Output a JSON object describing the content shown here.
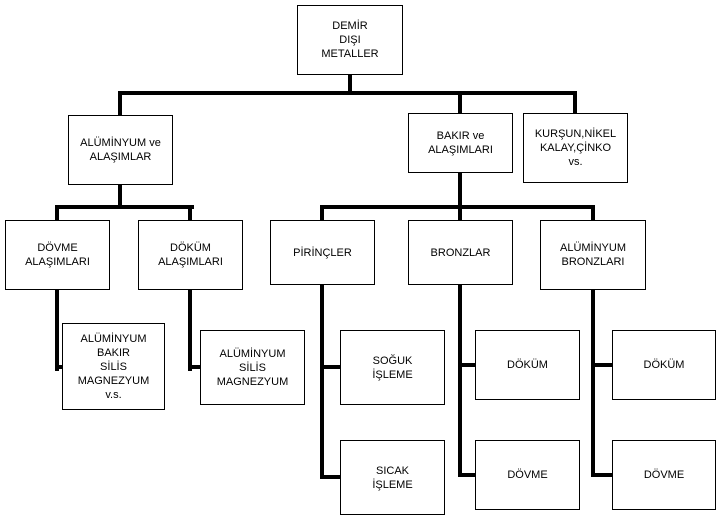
{
  "diagram": {
    "type": "tree",
    "title": "DEMİR DIŞI METALLER",
    "colors": {
      "line": "#000000",
      "box_border": "#000000",
      "box_background": "#ffffff",
      "text": "#000000"
    },
    "nodes": {
      "root": {
        "label": "DEMİR\nDIŞI\nMETALLER",
        "parent": null
      },
      "aluminyum_ve_alasimlar": {
        "label": "ALÜMİNYUM ve\nALAŞIMLAR",
        "parent": "root"
      },
      "bakir_ve_alasimlari": {
        "label": "BAKIR ve\nALAŞIMLARI",
        "parent": "root"
      },
      "kursun_nikel_kalay_cinko": {
        "label": "KURŞUN,NİKEL\nKALAY,ÇİNKO\nvs.",
        "parent": "root"
      },
      "dovme_alasimlari": {
        "label": "DÖVME\nALAŞIMLARI",
        "parent": "aluminyum_ve_alasimlar"
      },
      "dokum_alasimlari": {
        "label": "DÖKÜM\nALAŞIMLARI",
        "parent": "aluminyum_ve_alasimlar"
      },
      "aluminyum_bakir_silis_magnezyum": {
        "label": "ALÜMİNYUM\nBAKIR\nSİLİS\nMAGNEZYUM\nv.s.",
        "parent": "dovme_alasimlari"
      },
      "aluminyum_silis_magnezyum": {
        "label": "ALÜMİNYUM\nSİLİS\nMAGNEZYUM",
        "parent": "dokum_alasimlari"
      },
      "pirincler": {
        "label": "PİRİNÇLER",
        "parent": "bakir_ve_alasimlari"
      },
      "bronzlar": {
        "label": "BRONZLAR",
        "parent": "bakir_ve_alasimlari"
      },
      "aluminyum_bronzlari": {
        "label": "ALÜMİNYUM\nBRONZLARI",
        "parent": "bakir_ve_alasimlari"
      },
      "soguk_isleme": {
        "label": "SOĞUK\nİŞLEME",
        "parent": "pirincler"
      },
      "sicak_isleme": {
        "label": "SICAK\nİŞLEME",
        "parent": "pirincler"
      },
      "bronzlar_dokum": {
        "label": "DÖKÜM",
        "parent": "bronzlar"
      },
      "bronzlar_dovme": {
        "label": "DÖVME",
        "parent": "bronzlar"
      },
      "aluminyum_bronzlari_dokum": {
        "label": "DÖKÜM",
        "parent": "aluminyum_bronzlari"
      },
      "aluminyum_bronzlari_dovme": {
        "label": "DÖVME",
        "parent": "aluminyum_bronzlari"
      }
    }
  }
}
